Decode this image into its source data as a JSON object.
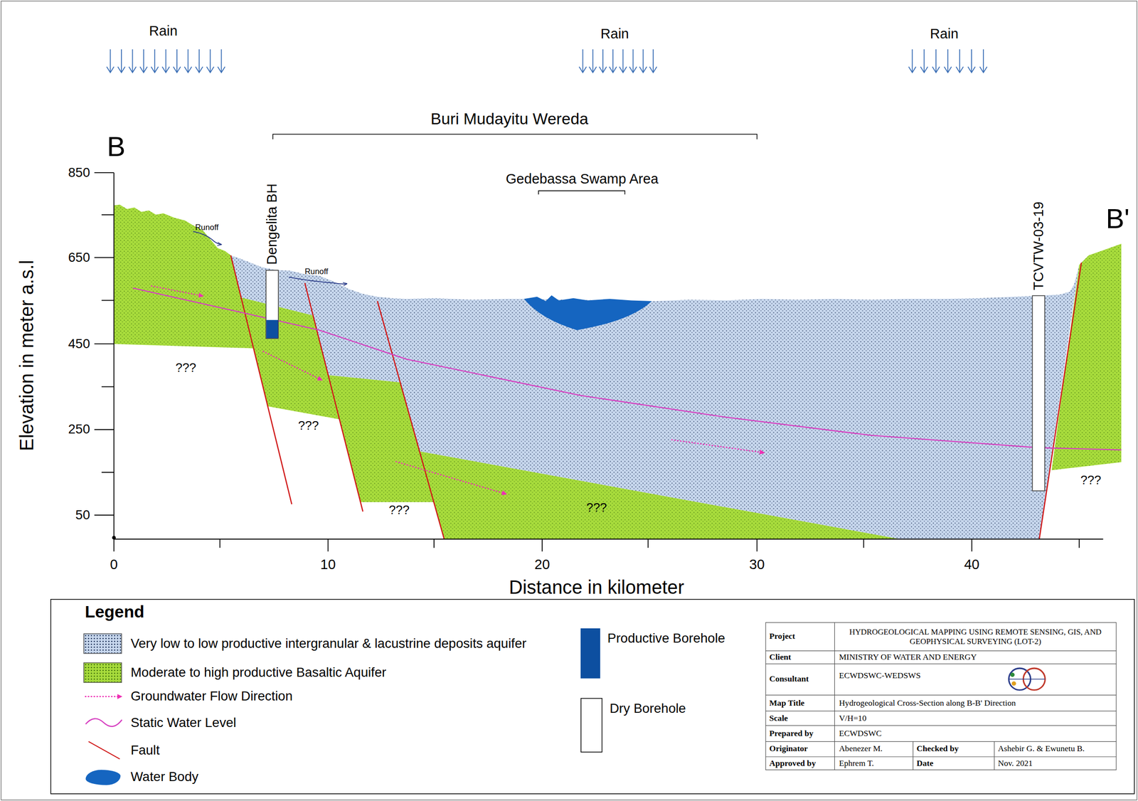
{
  "diagram": {
    "nodes": [
      {
        "text": [
          "Dengelita BH"
        ]
      },
      {
        "text": [
          "TCVTW-03-19"
        ]
      }
    ],
    "labels": [
      "B",
      "Rain",
      "Rain",
      "Rain",
      "Buri Mudayitu Wereda",
      "Gedebassa Swamp Area",
      "B'",
      "Runoff",
      "Runoff",
      "???",
      "???",
      "???",
      "???",
      "???",
      "850",
      "650",
      "450",
      "250",
      "50",
      "0",
      "10",
      "20",
      "30",
      "40",
      "Elevation in meter a.s.l",
      "Distance in kilometer",
      "Legend",
      "Project",
      "HYDROGEOLOGICAL MAPPING USING REMOTE SENSING, GIS, AND GEOPHYSICAL SURVEYING (LOT-2)",
      "Client",
      "MINISTRY OF WATER AND ENERGY",
      "Consultant",
      "ECWDSWC-WEDSWS",
      "Map Title",
      "Hydrogeological Cross-Section along B-B' Direction",
      "Scale",
      "V/H=10",
      "Prepared by",
      "ECWDSWC",
      "Originator",
      "Abenezer M.",
      "Checked by",
      "Ashebir G. & Ewunetu B.",
      "Approved by",
      "Ephrem T.",
      "Date",
      "Nov. 2021"
    ],
    "legend": [
      {
        "text": "Very low to low productive intergranular & lacustrine deposits aquifer",
        "color": "#c8d8ee"
      },
      {
        "text": "Moderate to high productive Basaltic Aquifer",
        "color": "#a8dc3c"
      },
      {
        "text": "Groundwater Flow Direction"
      },
      {
        "text": "Static Water Level"
      },
      {
        "text": "Fault"
      },
      {
        "text": "Water Body",
        "color": "#1565c0"
      },
      {
        "text": "Productive Borehole",
        "color": "#0d4fa0"
      },
      {
        "text": "Dry Borehole",
        "color": "#ffffff"
      }
    ]
  }
}
